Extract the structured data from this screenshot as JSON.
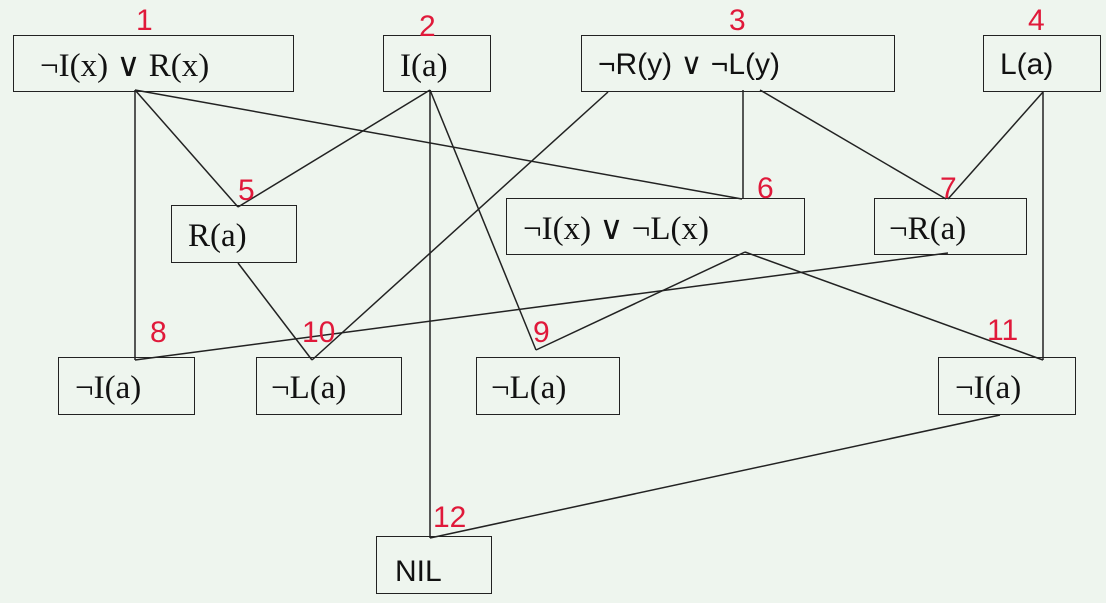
{
  "nodes": [
    {
      "id": "1",
      "label": "¬I(x) ∨ R(x)"
    },
    {
      "id": "2",
      "label": "I(a)"
    },
    {
      "id": "3",
      "label": "¬R(y) ∨ ¬L(y)"
    },
    {
      "id": "4",
      "label": "L(a)"
    },
    {
      "id": "5",
      "label": "R(a)"
    },
    {
      "id": "6",
      "label": "¬I(x) ∨ ¬L(x)"
    },
    {
      "id": "7",
      "label": "¬R(a)"
    },
    {
      "id": "8",
      "label": "¬I(a)"
    },
    {
      "id": "9",
      "label": "¬L(a)"
    },
    {
      "id": "10",
      "label": "¬L(a)"
    },
    {
      "id": "11",
      "label": "¬I(a)"
    },
    {
      "id": "12",
      "label": "NIL"
    }
  ],
  "edges": [
    [
      "1",
      "8"
    ],
    [
      "1",
      "5"
    ],
    [
      "1",
      "6"
    ],
    [
      "2",
      "5"
    ],
    [
      "2",
      "12"
    ],
    [
      "2",
      "9"
    ],
    [
      "3",
      "10"
    ],
    [
      "3",
      "6"
    ],
    [
      "3",
      "7"
    ],
    [
      "4",
      "7"
    ],
    [
      "4",
      "11"
    ],
    [
      "5",
      "10"
    ],
    [
      "6",
      "9"
    ],
    [
      "6",
      "11"
    ],
    [
      "7",
      "8"
    ],
    [
      "11",
      "12"
    ]
  ],
  "colors": {
    "background": "#eef5ee",
    "number": "#e0193a",
    "line": "#222222"
  }
}
